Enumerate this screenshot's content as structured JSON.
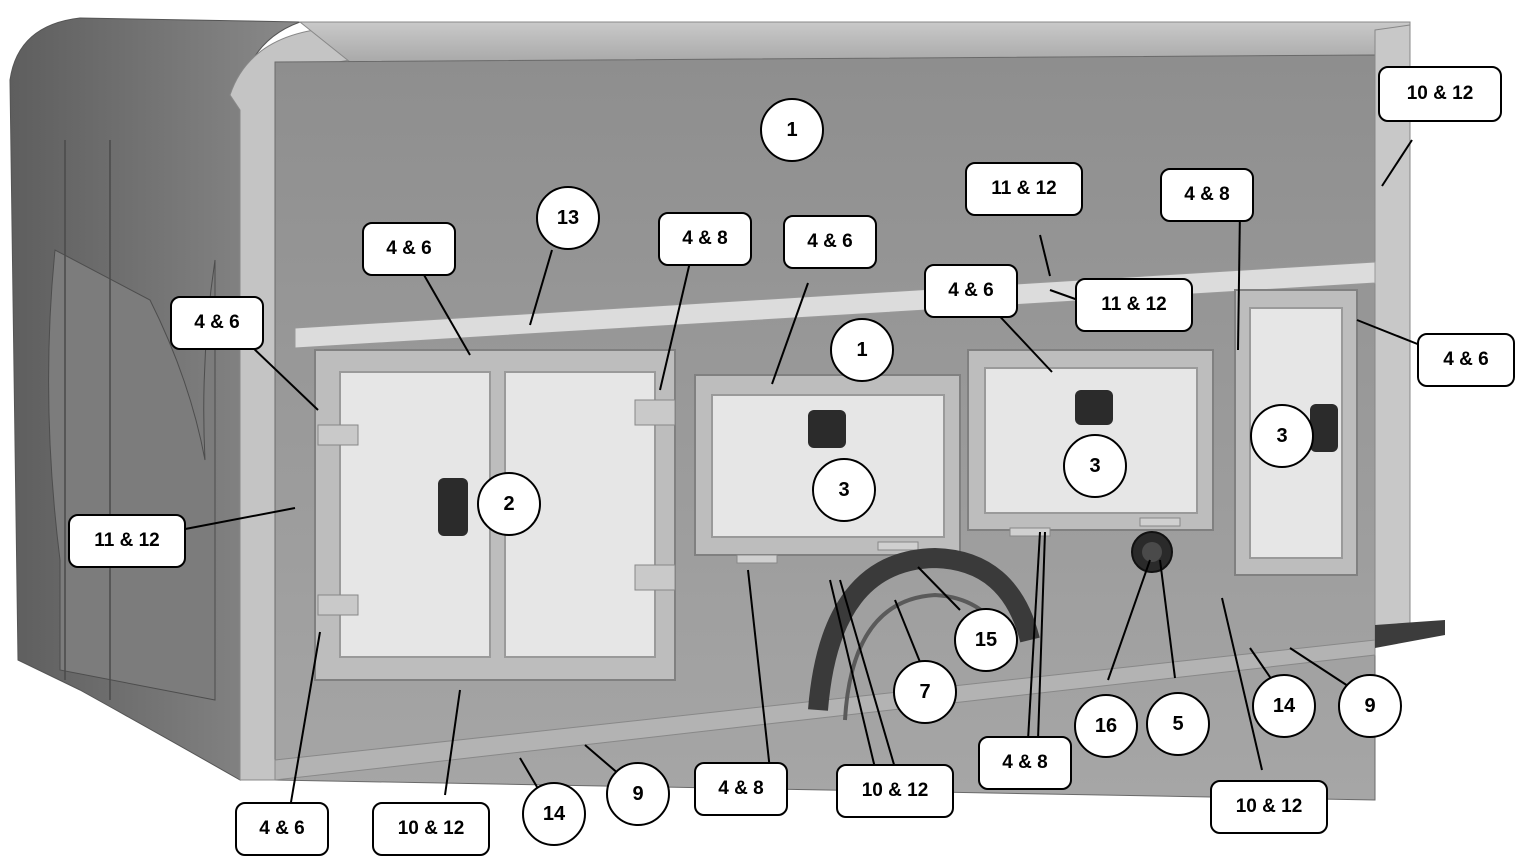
{
  "diagram": {
    "colors": {
      "body_panel": "#9a9a9a",
      "body_dark": "#6f6f6f",
      "door_fill": "#e9e9e9",
      "frame": "#b8b8b8",
      "callout_border": "#000000",
      "callout_fill": "#ffffff"
    },
    "labels": {
      "l1_top": "1",
      "l1_mid": "1",
      "l2": "2",
      "l3_a": "3",
      "l3_b": "3",
      "l3_c": "3",
      "l5": "5",
      "l7": "7",
      "l9_a": "9",
      "l9_b": "9",
      "l13": "13",
      "l14_a": "14",
      "l14_b": "14",
      "l15": "15",
      "l16": "16",
      "l4_6_a": "4 & 6",
      "l4_6_b": "4 & 6",
      "l4_6_c": "4 & 6",
      "l4_6_d": "4 & 6",
      "l4_6_e": "4 & 6",
      "l4_6_f": "4 & 6",
      "l4_8_a": "4 & 8",
      "l4_8_b": "4 & 8",
      "l4_8_c": "4 & 8",
      "l4_8_d": "4 & 8",
      "l10_12_a": "10 & 12",
      "l10_12_b": "10 & 12",
      "l10_12_c": "10 & 12",
      "l10_12_d": "10 & 12",
      "l11_12_a": "11 & 12",
      "l11_12_b": "11 & 12",
      "l11_12_c": "11 & 12"
    }
  }
}
